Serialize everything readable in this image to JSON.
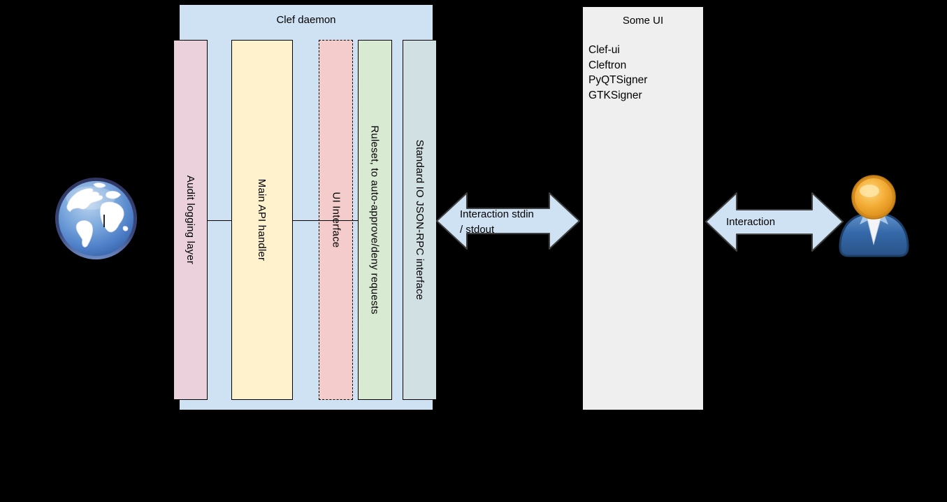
{
  "diagram": {
    "background_color": "#000000",
    "clef_daemon": {
      "title": "Clef daemon",
      "fill": "#cfe2f3",
      "layers": [
        {
          "id": "audit-logging-layer",
          "label": "Audit logging layer",
          "fill": "#ead1dc",
          "border_style": "solid"
        },
        {
          "id": "main-api-handler",
          "label": "Main API handler",
          "fill": "#fff2cc",
          "border_style": "solid"
        },
        {
          "id": "ui-interface",
          "label": "UI Interface",
          "fill": "#f4cccc",
          "border_style": "dashed"
        },
        {
          "id": "ruleset",
          "label": "Ruleset, to auto-approve/deny requests",
          "fill": "#d9ead3",
          "border_style": "solid"
        },
        {
          "id": "stdio-jsonrpc",
          "label": "Standard IO JSON-RPC interface",
          "fill": "#d0e0e3",
          "border_style": "solid"
        }
      ]
    },
    "arrows": [
      {
        "id": "daemon-to-ui",
        "type": "double-headed",
        "label_line1": "Interaction stdin",
        "label_line2": "/ stdout",
        "fill": "#cfe2f3",
        "stroke": "#3f3f3f"
      },
      {
        "id": "ui-to-user",
        "type": "double-headed",
        "label": "Interaction",
        "fill": "#cfe2f3",
        "stroke": "#3f3f3f"
      }
    ],
    "some_ui": {
      "title": "Some UI",
      "fill": "#efefef",
      "items": [
        "Clef-ui",
        "Cleftron",
        "PyQTSigner",
        "GTKSigner"
      ]
    },
    "icons": [
      {
        "name": "globe-icon",
        "meaning": "external world / network"
      },
      {
        "name": "user-icon",
        "meaning": "human user"
      }
    ]
  }
}
